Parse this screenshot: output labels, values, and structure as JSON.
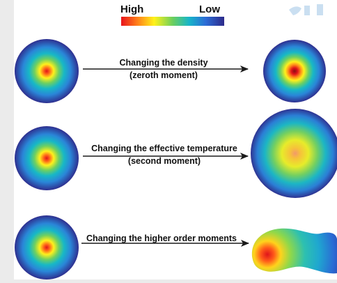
{
  "colorbar": {
    "high_label": "High",
    "low_label": "Low",
    "gradient_stops": [
      "#ff1f1f",
      "#ff8a1a",
      "#fff21a",
      "#69d35a",
      "#1ab8c8",
      "#2d6bd6",
      "#2e2f8f"
    ]
  },
  "rows": [
    {
      "label_line1": "Changing the density",
      "label_line2": "(zeroth moment)"
    },
    {
      "label_line1": "Changing the effective temperature",
      "label_line2": "(second moment)"
    },
    {
      "label_line1": "Changing the higher order moments",
      "label_line2": ""
    }
  ],
  "colors": {
    "panel_background": "#ffffff",
    "page_background": "#ebebeb",
    "arrow": "#1a1a1a"
  }
}
